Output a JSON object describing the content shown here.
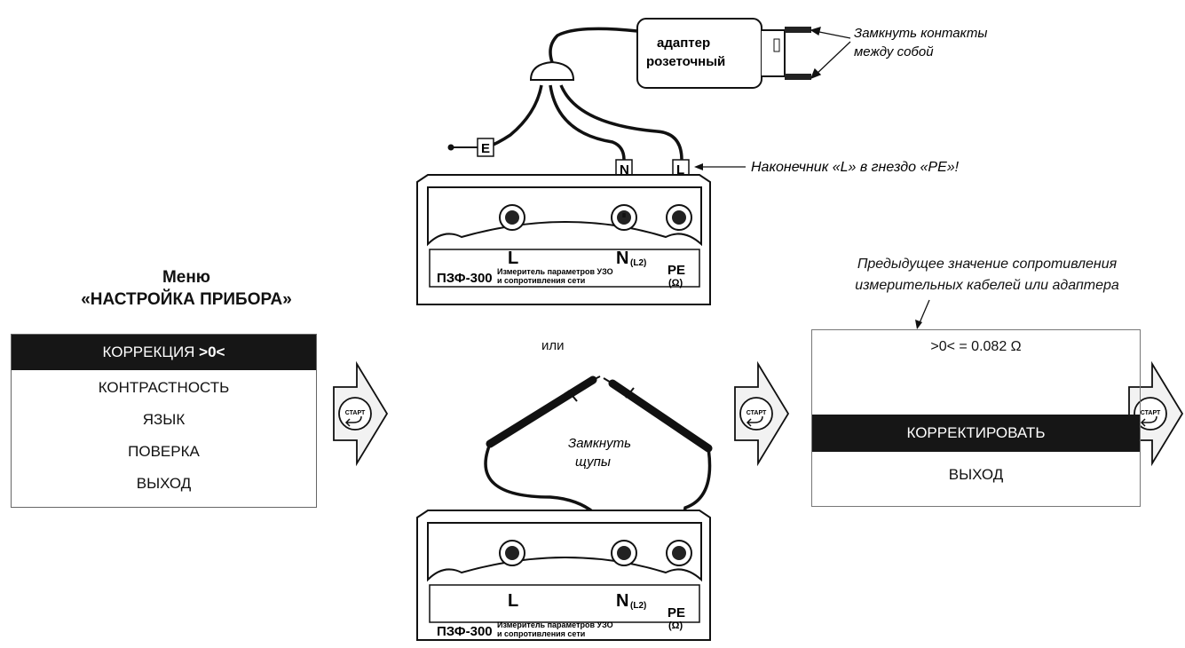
{
  "adapter": {
    "line1": "адаптер",
    "line2": "розеточный"
  },
  "notes": {
    "close_contacts_l1": "Замкнуть контакты",
    "close_contacts_l2": "между собой",
    "tip_l": "Наконечник «L» в гнездо «PE»!",
    "close_probes_l1": "Замкнуть",
    "close_probes_l2": "щупы",
    "prev_value_l1": "Предыдущее значение сопротивления",
    "prev_value_l2": "измерительных кабелей или адаптера",
    "or": "или"
  },
  "leads": {
    "e": "E",
    "n": "N",
    "l": "L"
  },
  "device": {
    "label_l": "L",
    "label_n": "N",
    "label_n_sub": "(L2)",
    "label_pe": "PE",
    "label_pe_sub": "(Ω)",
    "model": "ПЗФ-300",
    "desc_l1": "Измеритель параметров УЗО",
    "desc_l2": "и сопротивления сети"
  },
  "menu": {
    "title_l1": "Меню",
    "title_l2": "«НАСТРОЙКА ПРИБОРА»",
    "selected_prefix": "КОРРЕКЦИЯ ",
    "selected_bold": ">0<",
    "items": [
      "КОНТРАСТНОСТЬ",
      "ЯЗЫК",
      "ПОВЕРКА",
      "ВЫХОД"
    ]
  },
  "start_button": {
    "label": "СТАРТ"
  },
  "result_screen": {
    "value": ">0< = 0.082 Ω",
    "selected": "КОРРЕКТИРОВАТЬ",
    "exit": "ВЫХОД"
  }
}
